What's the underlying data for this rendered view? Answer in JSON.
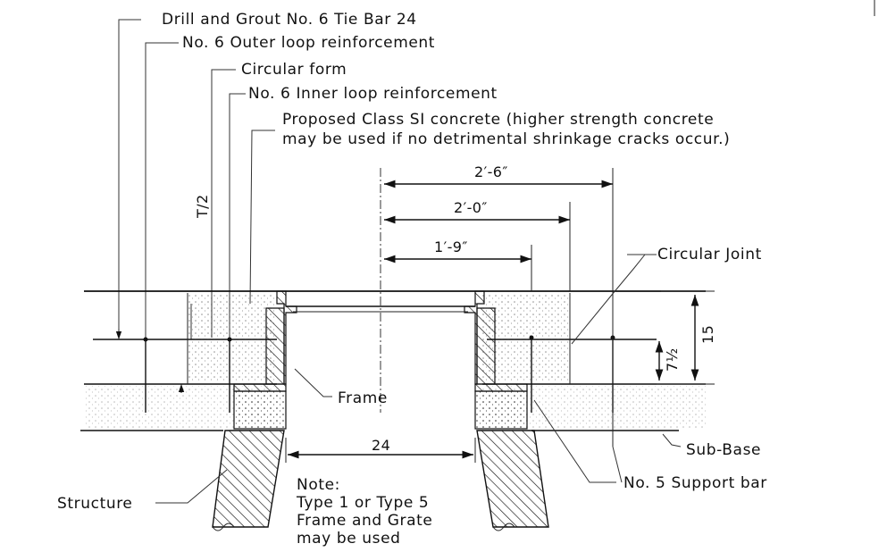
{
  "labels": {
    "drill_grout": "Drill and Grout No. 6 Tie Bar 24",
    "outer_loop": "No. 6 Outer loop reinforcement",
    "circular_form": "Circular form",
    "inner_loop": "No. 6 Inner loop reinforcement",
    "concrete_line1": "Proposed Class SI concrete (higher strength concrete",
    "concrete_line2": "may be used if no detrimental shrinkage cracks occur.)",
    "circular_joint": "Circular Joint",
    "frame": "Frame",
    "sub_base": "Sub-Base",
    "support_bar": "No. 5 Support bar",
    "structure": "Structure",
    "note_title": "Note:",
    "note_line1": "Type 1 or Type 5",
    "note_line2": "Frame and Grate",
    "note_line3": "may be used"
  },
  "dimensions": {
    "r_2_6": "2′-6″",
    "r_2_0": "2′-0″",
    "r_1_9": "1′-9″",
    "t_half": "T/2",
    "depth": "15",
    "half_depth": "7½",
    "opening": "24"
  }
}
